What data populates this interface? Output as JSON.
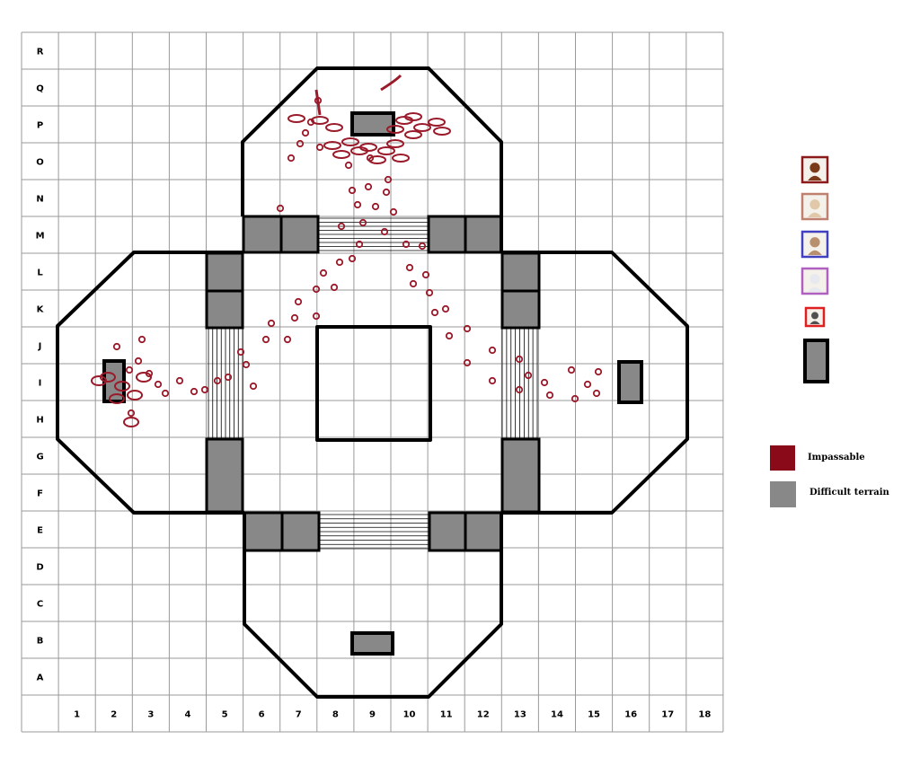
{
  "grid": {
    "row_labels": [
      "R",
      "Q",
      "P",
      "O",
      "N",
      "M",
      "L",
      "K",
      "J",
      "I",
      "H",
      "G",
      "F",
      "E",
      "D",
      "C",
      "B",
      "A"
    ],
    "col_labels": [
      "1",
      "2",
      "3",
      "4",
      "5",
      "6",
      "7",
      "8",
      "9",
      "10",
      "11",
      "12",
      "13",
      "14",
      "15",
      "16",
      "17",
      "18"
    ]
  },
  "legend": {
    "impassable_label": "Impassable",
    "impassable_color": "#8b0a1a",
    "difficult_label": "Difficult terrain",
    "difficult_color": "#888888"
  },
  "tokens": [
    {
      "name": "token-1",
      "border": "#8b1a1a",
      "skin": "#7a3a1a"
    },
    {
      "name": "token-2",
      "border": "#c08070",
      "skin": "#e0c8a8"
    },
    {
      "name": "token-3",
      "border": "#4040c0",
      "skin": "#b89070"
    },
    {
      "name": "token-4",
      "border": "#b060c0",
      "skin": "#e8e8f0"
    },
    {
      "name": "token-5",
      "border": "#e02020",
      "skin": "#505050"
    }
  ],
  "walls_color": "#000000",
  "blood_color": "#9a1a2a"
}
